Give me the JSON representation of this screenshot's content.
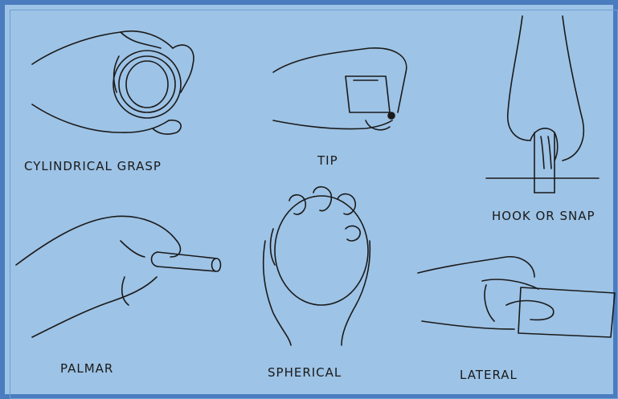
{
  "labels": {
    "cylindrical": "CYLINDRICAL GRASP",
    "tip": "TIP",
    "hook": "HOOK OR SNAP",
    "palmar": "PALMAR",
    "spherical": "SPHERICAL",
    "lateral": "LATERAL"
  },
  "colors": {
    "background": "#9dc3e6",
    "border": "#4a7cbf",
    "ink": "#1a1a1a"
  }
}
